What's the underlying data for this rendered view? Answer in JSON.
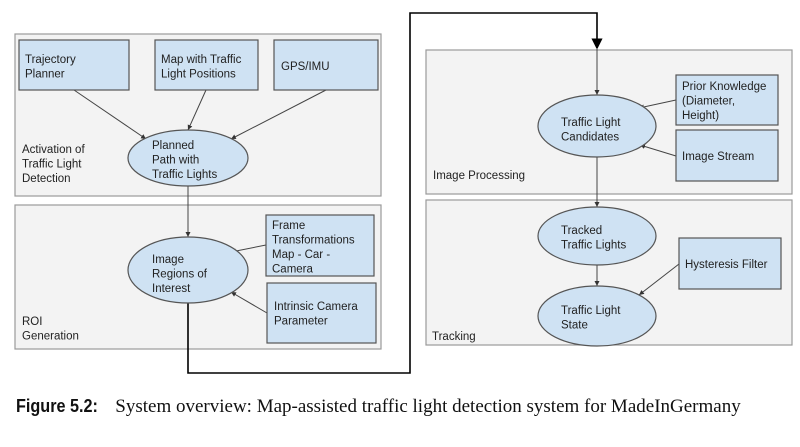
{
  "panels": {
    "activation": {
      "label_lines": [
        "Activation of",
        "Traffic Light",
        "Detection"
      ]
    },
    "roi": {
      "label_lines": [
        "ROI",
        "Generation"
      ]
    },
    "image_processing": {
      "label_lines": [
        "Image Processing"
      ]
    },
    "tracking": {
      "label_lines": [
        "Tracking"
      ]
    }
  },
  "boxes": {
    "trajectory_planner": {
      "lines": [
        "Trajectory",
        "Planner"
      ]
    },
    "map": {
      "lines": [
        "Map with Traffic",
        "Light Positions"
      ]
    },
    "gps_imu": {
      "lines": [
        "GPS/IMU"
      ]
    },
    "frame_transformations": {
      "lines": [
        "Frame",
        "Transformations",
        "Map - Car -",
        "Camera"
      ]
    },
    "intrinsic_camera": {
      "lines": [
        "Intrinsic Camera",
        "Parameter"
      ]
    },
    "prior_knowledge": {
      "lines": [
        "Prior Knowledge",
        "(Diameter,",
        "Height)"
      ]
    },
    "image_stream": {
      "lines": [
        "Image Stream"
      ]
    },
    "hysteresis_filter": {
      "lines": [
        "Hysteresis Filter"
      ]
    }
  },
  "nodes": {
    "planned_path": {
      "lines": [
        "Planned",
        "Path with",
        "Traffic Lights"
      ]
    },
    "image_roi": {
      "lines": [
        "Image",
        "Regions of",
        "Interest"
      ]
    },
    "tl_candidates": {
      "lines": [
        "Traffic Light",
        "Candidates"
      ]
    },
    "tracked_tl": {
      "lines": [
        "Tracked",
        "Traffic Lights"
      ]
    },
    "tl_state": {
      "lines": [
        "Traffic Light",
        "State"
      ]
    }
  },
  "colors": {
    "box_fill": "#cfe2f3",
    "panel_fill": "#f3f3f3"
  },
  "caption": {
    "label": "Figure 5.2:",
    "text": "System overview: Map-assisted traffic light detection system for MadeInGermany"
  }
}
